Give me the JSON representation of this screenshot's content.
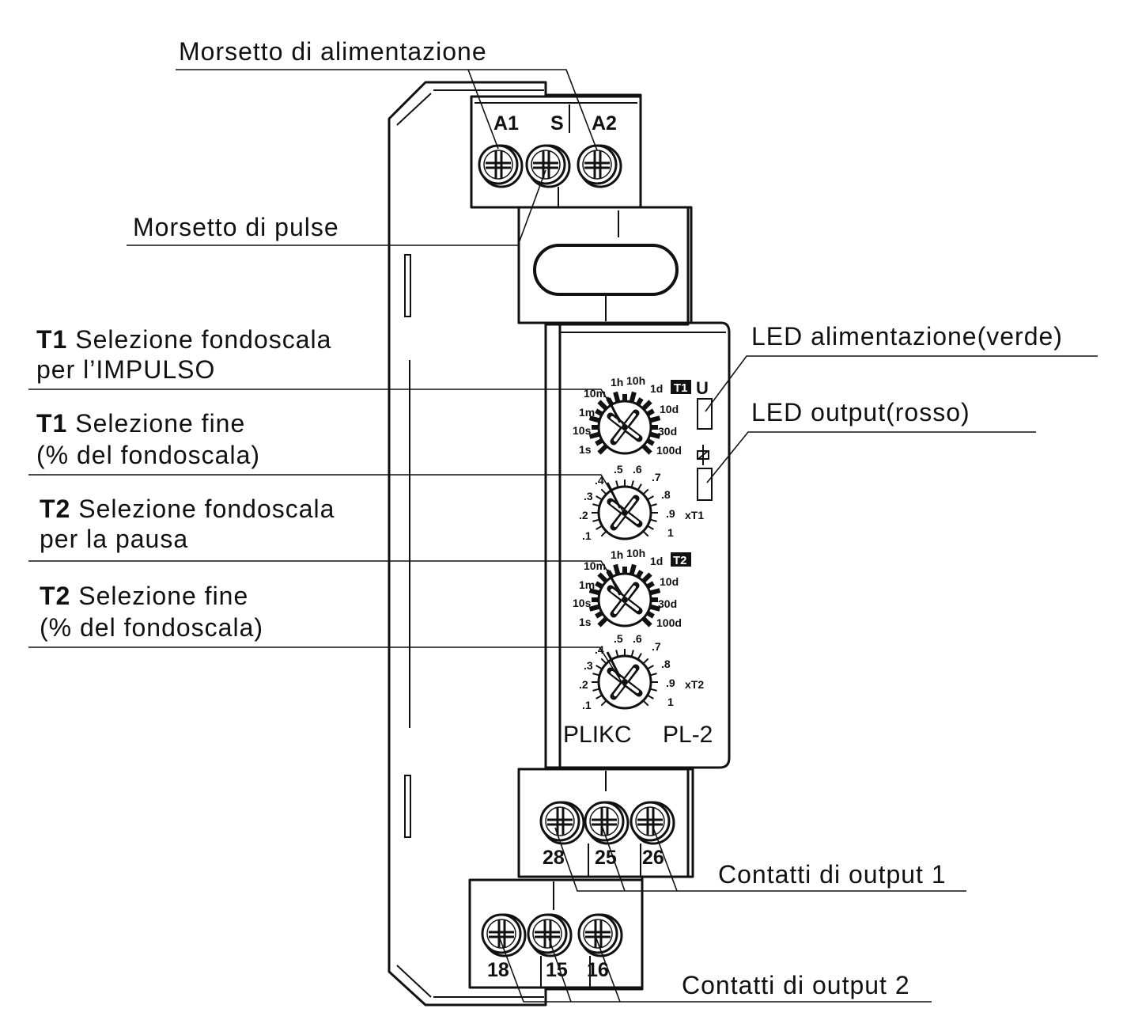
{
  "callouts": {
    "supply_terminal": "Morsetto di alimentazione",
    "pulse_terminal": "Morsetto di pulse",
    "t1_range": {
      "key": "T1",
      "line1": " Selezione fondoscala",
      "line2": "per l’IMPULSO"
    },
    "t1_fine": {
      "key": "T1",
      "line1": " Selezione fine",
      "line2": "(% del fondoscala)"
    },
    "t2_range": {
      "key": "T2",
      "line1": " Selezione fondoscala",
      "line2": "per la pausa"
    },
    "t2_fine": {
      "key": "T2",
      "line1": " Selezione fine",
      "line2": "(% del fondoscala)"
    },
    "led_power": "LED alimentazione(verde)",
    "led_output": "LED output(rosso)",
    "output_contacts_1": "Contatti di output 1",
    "output_contacts_2": "Contatti di output 2"
  },
  "terminals": {
    "top": [
      "A1",
      "S",
      "A2"
    ],
    "output1": [
      "28",
      "25",
      "26"
    ],
    "output2": [
      "18",
      "15",
      "16"
    ]
  },
  "panel": {
    "t1_badge": "T1",
    "t2_badge": "T2",
    "led_power_mark": "U",
    "fine_suffix_1": "xT1",
    "fine_suffix_2": "xT2",
    "model_left": "PLIKC",
    "model_right": "PL-2"
  },
  "range_dial_labels": [
    "1s",
    "10s",
    "1m",
    "10m",
    "1h",
    "10h",
    "1d",
    "10d",
    "30d",
    "100d"
  ],
  "fine_dial_labels": [
    ".1",
    ".2",
    ".3",
    ".4",
    ".5",
    ".6",
    ".7",
    ".8",
    ".9",
    "1"
  ]
}
